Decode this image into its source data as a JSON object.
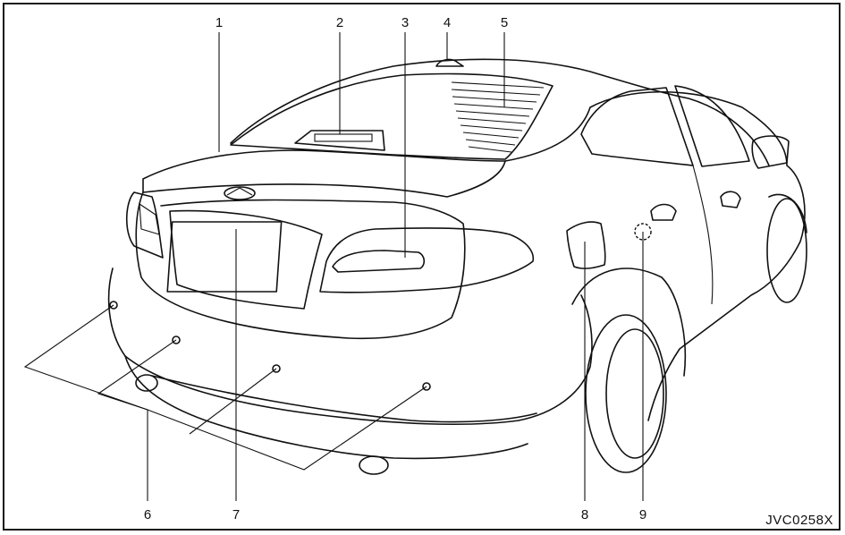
{
  "diagram": {
    "code": "JVC0258X",
    "callouts": [
      "1",
      "2",
      "3",
      "4",
      "5",
      "6",
      "7",
      "8",
      "9"
    ]
  }
}
